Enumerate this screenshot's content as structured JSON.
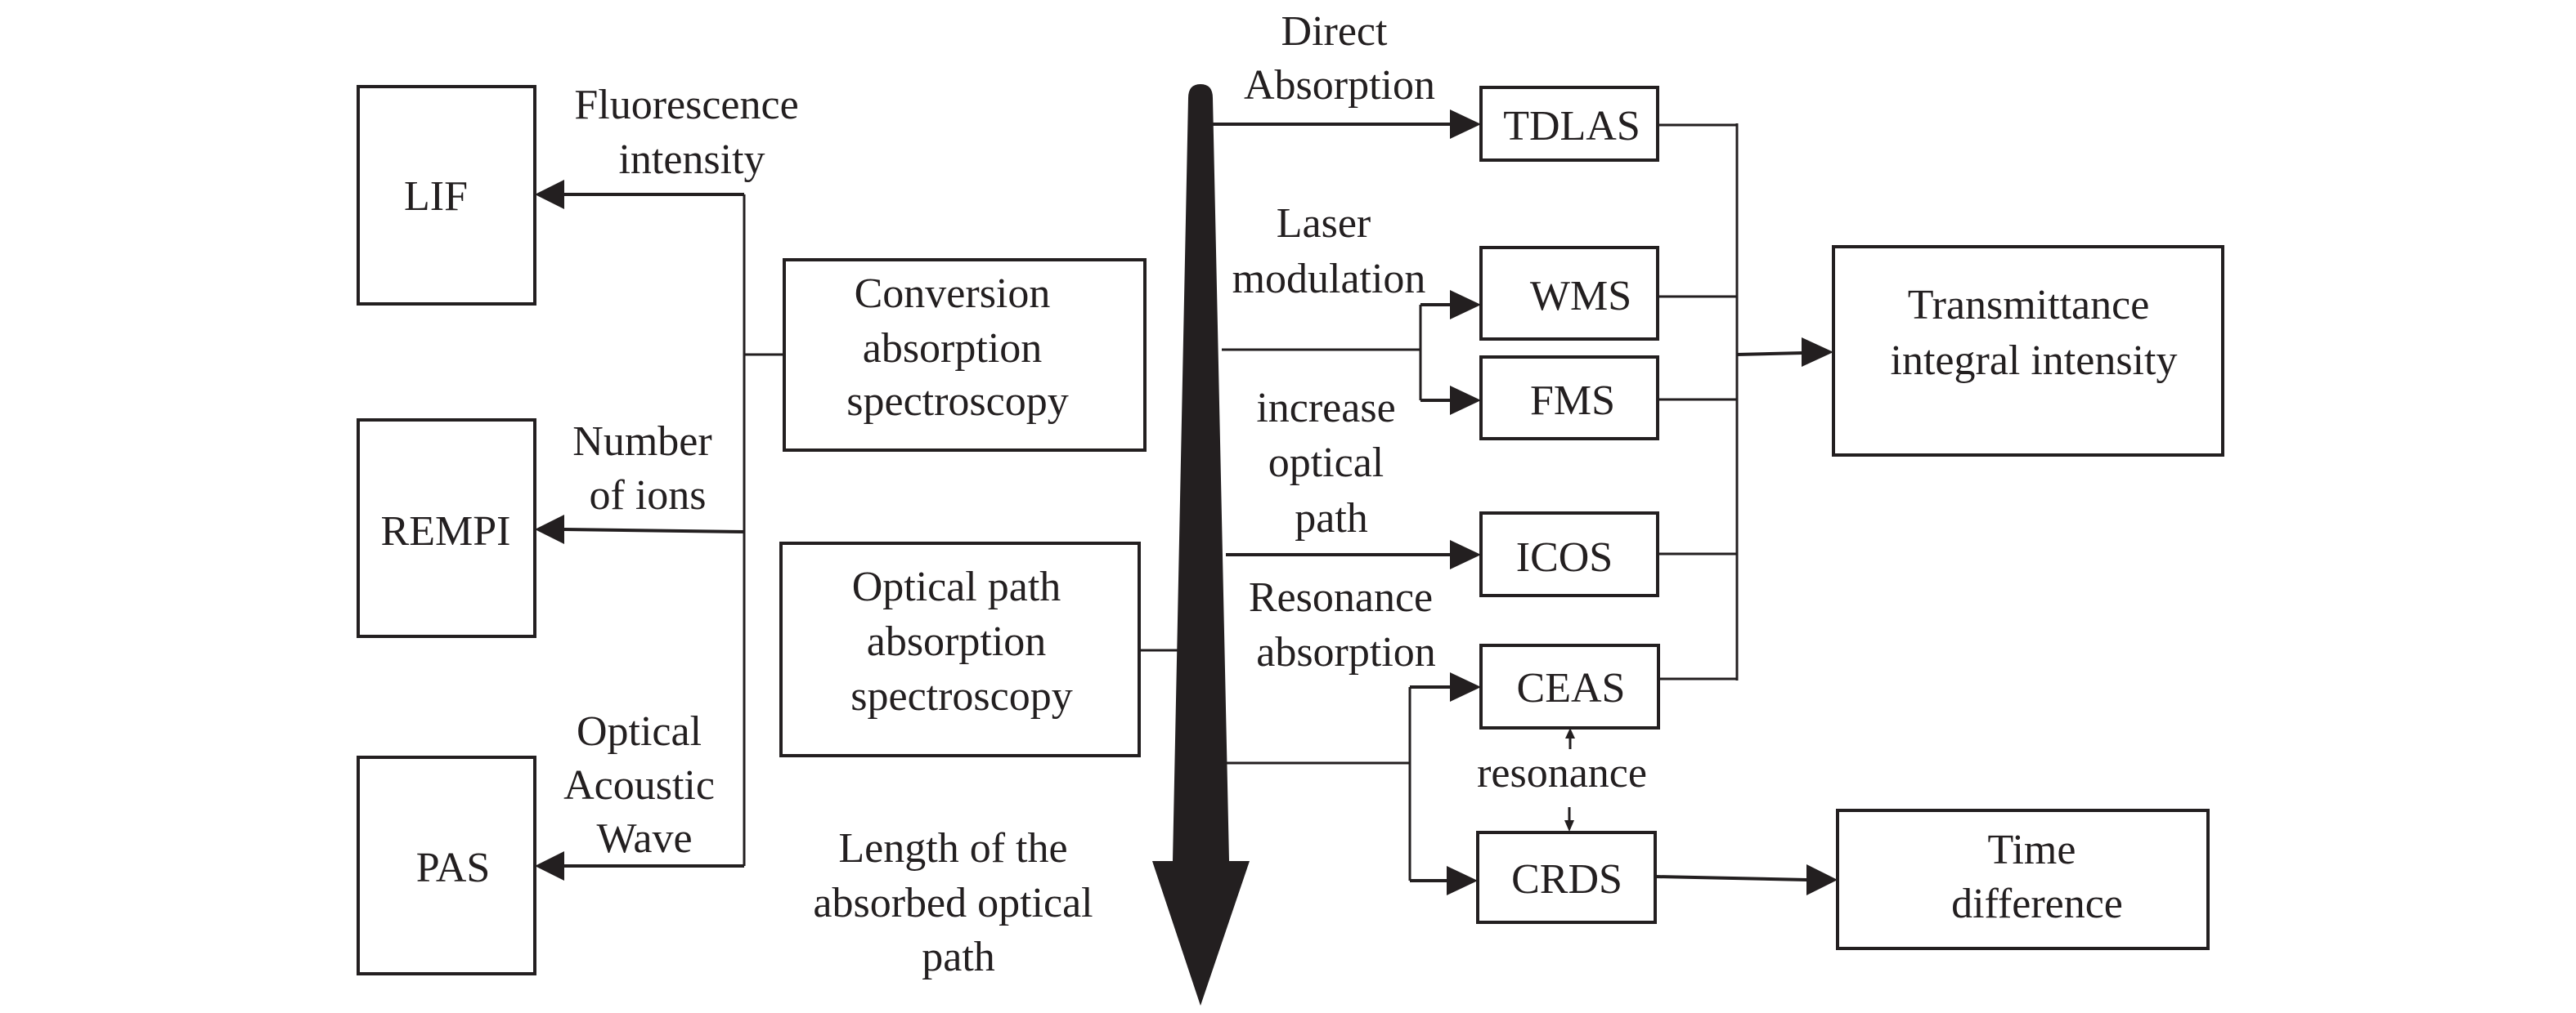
{
  "diagram": {
    "colors": {
      "ink": "#231f20",
      "background": "#ffffff"
    },
    "central_axis": {
      "label": [
        "Length of the",
        "absorbed optical",
        "path"
      ]
    },
    "left_methods": {
      "LIF": {
        "label": "LIF",
        "signal": [
          "Fluorescence",
          "intensity"
        ]
      },
      "REMPI": {
        "label": "REMPI",
        "signal": [
          "Number",
          "of ions"
        ]
      },
      "PAS": {
        "label": "PAS",
        "signal": [
          "Optical",
          "Acoustic",
          "Wave"
        ]
      }
    },
    "categories": {
      "conversion": [
        "Conversion",
        "absorption",
        "spectroscopy"
      ],
      "optical_path": [
        "Optical path",
        "absorption",
        "spectroscopy"
      ]
    },
    "branch_labels": {
      "direct": [
        "Direct",
        "Absorption"
      ],
      "laser": [
        "Laser",
        "modulation"
      ],
      "increase": [
        "increase",
        "optical",
        "path"
      ],
      "resonance_absorption": [
        "Resonance",
        "absorption"
      ],
      "resonance": "resonance"
    },
    "right_methods": {
      "TDLAS": "TDLAS",
      "WMS": "WMS",
      "FMS": "FMS",
      "ICOS": "ICOS",
      "CEAS": "CEAS",
      "CRDS": "CRDS"
    },
    "outputs": {
      "transmittance": [
        "Transmittance",
        "integral intensity"
      ],
      "time": [
        "Time",
        "difference"
      ]
    }
  }
}
